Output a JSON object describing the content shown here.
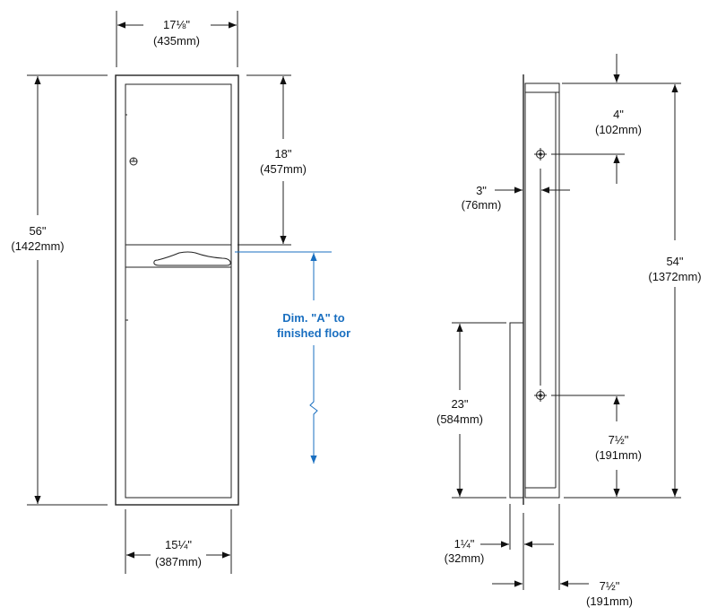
{
  "front_view": {
    "width_outer": {
      "in": "17⅛\"",
      "mm": "(435mm)"
    },
    "height_overall": {
      "in": "56\"",
      "mm": "(1422mm)"
    },
    "top_to_dispenser": {
      "in": "18\"",
      "mm": "(457mm)"
    },
    "dim_a_note": {
      "line1": "Dim. \"A\" to",
      "line2": "finished floor"
    },
    "width_inner": {
      "in": "15¼\"",
      "mm": "(387mm)"
    }
  },
  "side_view": {
    "top_to_mount": {
      "in": "4\"",
      "mm": "(102mm)"
    },
    "mount_spacing": {
      "in": "54\"",
      "mm": "(1372mm)"
    },
    "flange_to_mount": {
      "in": "3\"",
      "mm": "(76mm)"
    },
    "waste_height": {
      "in": "23\"",
      "mm": "(584mm)"
    },
    "bottom_mount": {
      "in": "7½\"",
      "mm": "(191mm)"
    },
    "projection": {
      "in": "1¼\"",
      "mm": "(32mm)"
    },
    "recess_depth": {
      "in": "7½\"",
      "mm": "(191mm)"
    }
  },
  "colors": {
    "line": "#222222",
    "accent": "#1a6fc0"
  }
}
